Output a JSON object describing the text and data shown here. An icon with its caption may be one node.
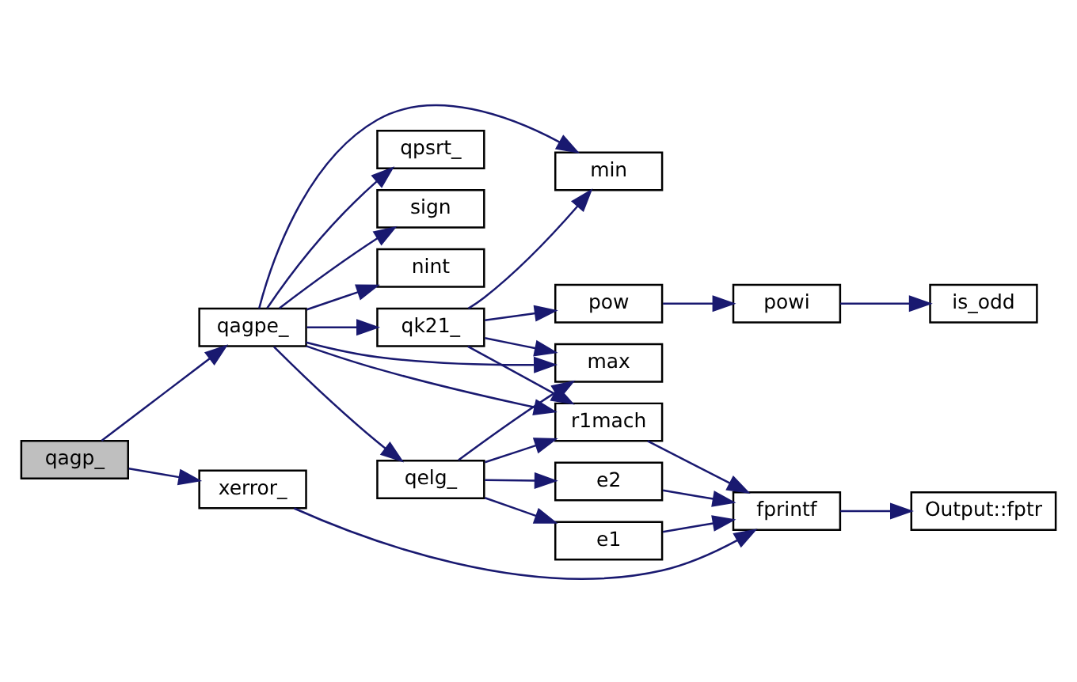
{
  "diagram": {
    "nodes": [
      {
        "text": [
          "qagp_"
        ]
      },
      {
        "text": [
          "qagpe_"
        ]
      },
      {
        "text": [
          "xerror_"
        ]
      },
      {
        "text": [
          "qpsrt_"
        ]
      },
      {
        "text": [
          "sign"
        ]
      },
      {
        "text": [
          "nint"
        ]
      },
      {
        "text": [
          "qk21_"
        ]
      },
      {
        "text": [
          "qelg_"
        ]
      },
      {
        "text": [
          "min"
        ]
      },
      {
        "text": [
          "pow"
        ]
      },
      {
        "text": [
          "r1mach"
        ]
      },
      {
        "text": [
          "max"
        ]
      },
      {
        "text": [
          "e2"
        ]
      },
      {
        "text": [
          "e1"
        ]
      },
      {
        "text": [
          "powi"
        ]
      },
      {
        "text": [
          "fprintf"
        ]
      },
      {
        "text": [
          "is_odd"
        ]
      },
      {
        "text": [
          "Output::fptr"
        ]
      }
    ],
    "edges": [
      {
        "from": 0,
        "to": 1,
        "arrow": "to"
      },
      {
        "from": 0,
        "to": 2,
        "arrow": "to"
      },
      {
        "from": 1,
        "to": 8,
        "arrow": "to"
      },
      {
        "from": 1,
        "to": 3,
        "arrow": "to"
      },
      {
        "from": 1,
        "to": 4,
        "arrow": "to"
      },
      {
        "from": 1,
        "to": 5,
        "arrow": "to"
      },
      {
        "from": 1,
        "to": 6,
        "arrow": "to"
      },
      {
        "from": 1,
        "to": 10,
        "arrow": "to"
      },
      {
        "from": 1,
        "to": 11,
        "arrow": "to"
      },
      {
        "from": 1,
        "to": 7,
        "arrow": "to"
      },
      {
        "from": 6,
        "to": 8,
        "arrow": "to"
      },
      {
        "from": 6,
        "to": 9,
        "arrow": "to"
      },
      {
        "from": 6,
        "to": 10,
        "arrow": "to"
      },
      {
        "from": 6,
        "to": 11,
        "arrow": "to"
      },
      {
        "from": 9,
        "to": 14,
        "arrow": "to"
      },
      {
        "from": 14,
        "to": 16,
        "arrow": "to"
      },
      {
        "from": 10,
        "to": 15,
        "arrow": "to"
      },
      {
        "from": 7,
        "to": 10,
        "arrow": "to"
      },
      {
        "from": 7,
        "to": 11,
        "arrow": "to"
      },
      {
        "from": 7,
        "to": 12,
        "arrow": "to"
      },
      {
        "from": 7,
        "to": 13,
        "arrow": "to"
      },
      {
        "from": 12,
        "to": 15,
        "arrow": "to"
      },
      {
        "from": 13,
        "to": 15,
        "arrow": "to"
      },
      {
        "from": 2,
        "to": 15,
        "arrow": "to"
      },
      {
        "from": 15,
        "to": 17,
        "arrow": "to"
      }
    ]
  }
}
